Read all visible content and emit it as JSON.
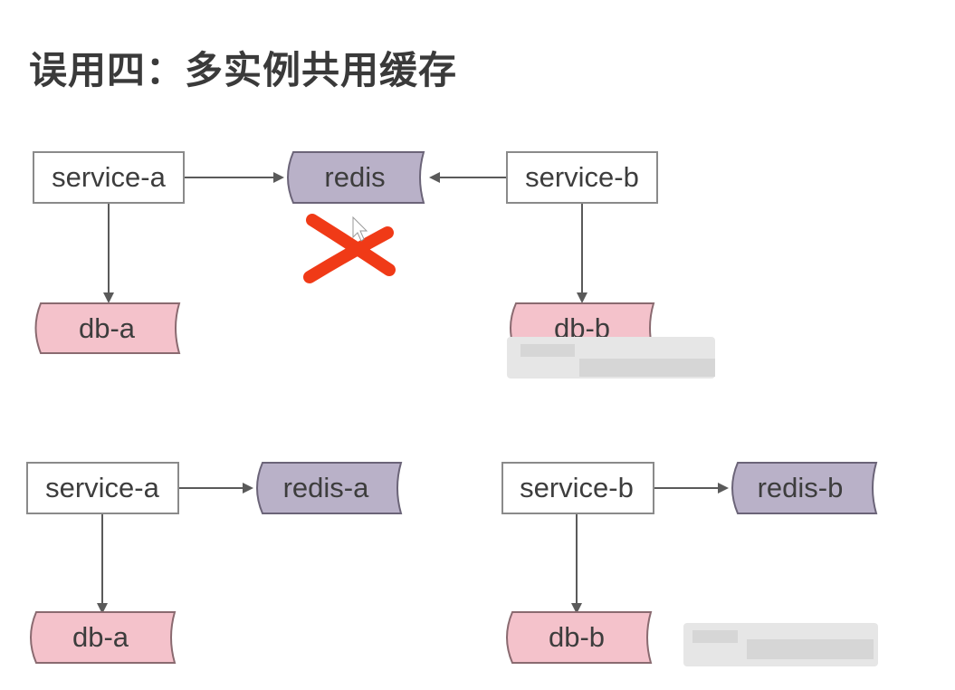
{
  "title": "误用四：多实例共用缓存",
  "diagram_top": {
    "service_a": "service-a",
    "redis": "redis",
    "service_b": "service-b",
    "db_a": "db-a",
    "db_b": "db-b",
    "rejected_mark": "cross-icon"
  },
  "diagram_bottom": {
    "service_a": "service-a",
    "redis_a": "redis-a",
    "db_a": "db-a",
    "service_b": "service-b",
    "redis_b": "redis-b",
    "db_b": "db-b"
  },
  "colors": {
    "service_fill": "#ffffff",
    "redis_fill": "#b9b1c8",
    "db_fill": "#f4c2cb",
    "cross": "#f03a17"
  }
}
